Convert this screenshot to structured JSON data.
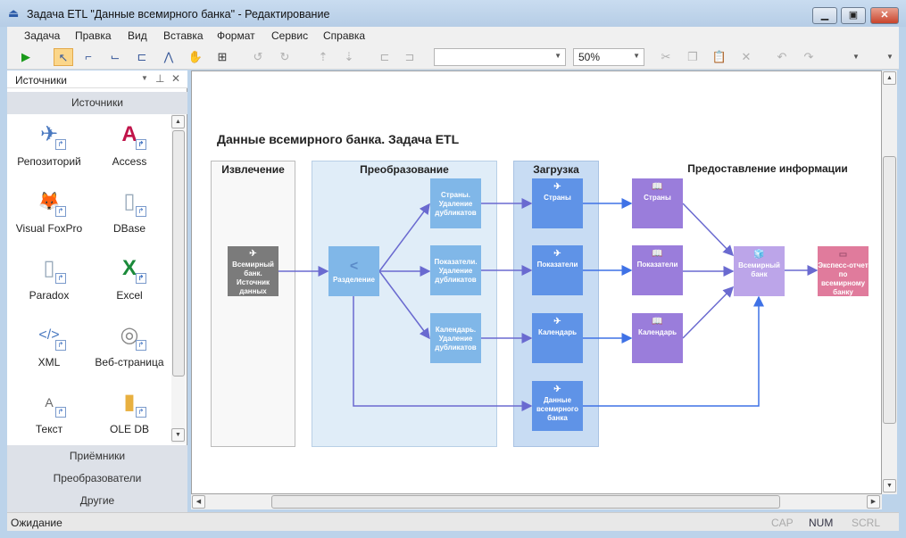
{
  "window": {
    "title": "Задача ETL \"Данные всемирного банка\" - Редактирование",
    "minimize": "▁",
    "maximize": "▣",
    "close": "✕"
  },
  "menu": [
    "Задача",
    "Правка",
    "Вид",
    "Вставка",
    "Формат",
    "Сервис",
    "Справка"
  ],
  "toolbar": {
    "style_combo": "",
    "zoom": "50%"
  },
  "panel": {
    "title": "Источники",
    "group_active": "Источники",
    "sources": [
      {
        "label": "Репозиторий",
        "icon": "✈"
      },
      {
        "label": "Access",
        "icon": "A"
      },
      {
        "label": "Visual FoxPro",
        "icon": "🦊"
      },
      {
        "label": "DBase",
        "icon": "▯"
      },
      {
        "label": "Paradox",
        "icon": "▯"
      },
      {
        "label": "Excel",
        "icon": "X"
      },
      {
        "label": "XML",
        "icon": "</>"
      },
      {
        "label": "Веб-страница",
        "icon": "◎"
      },
      {
        "label": "Текст",
        "icon": "A"
      },
      {
        "label": "OLE DB",
        "icon": "▮"
      }
    ],
    "groups": [
      "Приёмники",
      "Преобразователи",
      "Другие"
    ]
  },
  "diagram": {
    "title": "Данные всемирного банка. Задача ETL",
    "lanes": [
      "Извлечение",
      "Преобразование",
      "Загрузка",
      "Предоставление информации"
    ],
    "nodes": {
      "source": "Всемирный банк. Источник данных",
      "split": "Разделение",
      "t1": "Страны. Удаление дубликатов",
      "t2": "Показатели. Удаление дубликатов",
      "t3": "Календарь. Удаление дубликатов",
      "l1": "Страны",
      "l2": "Показатели",
      "l3": "Календарь",
      "l4": "Данные всемирного банка",
      "i1": "Страны",
      "i2": "Показатели",
      "i3": "Календарь",
      "cube": "Всемирный банк",
      "report": "Экспесс-отчет по всемирному банку"
    },
    "colors": {
      "source": "#7b7b7b",
      "transform": "#80b7e8",
      "load": "#5f93e7",
      "info": "#9a7ddb",
      "cube": "#bca5e9",
      "report": "#e07b9c",
      "arrow": "#6a6ad0"
    }
  },
  "status": {
    "text": "Ожидание",
    "cap": "CAP",
    "num": "NUM",
    "scrl": "SCRL"
  }
}
